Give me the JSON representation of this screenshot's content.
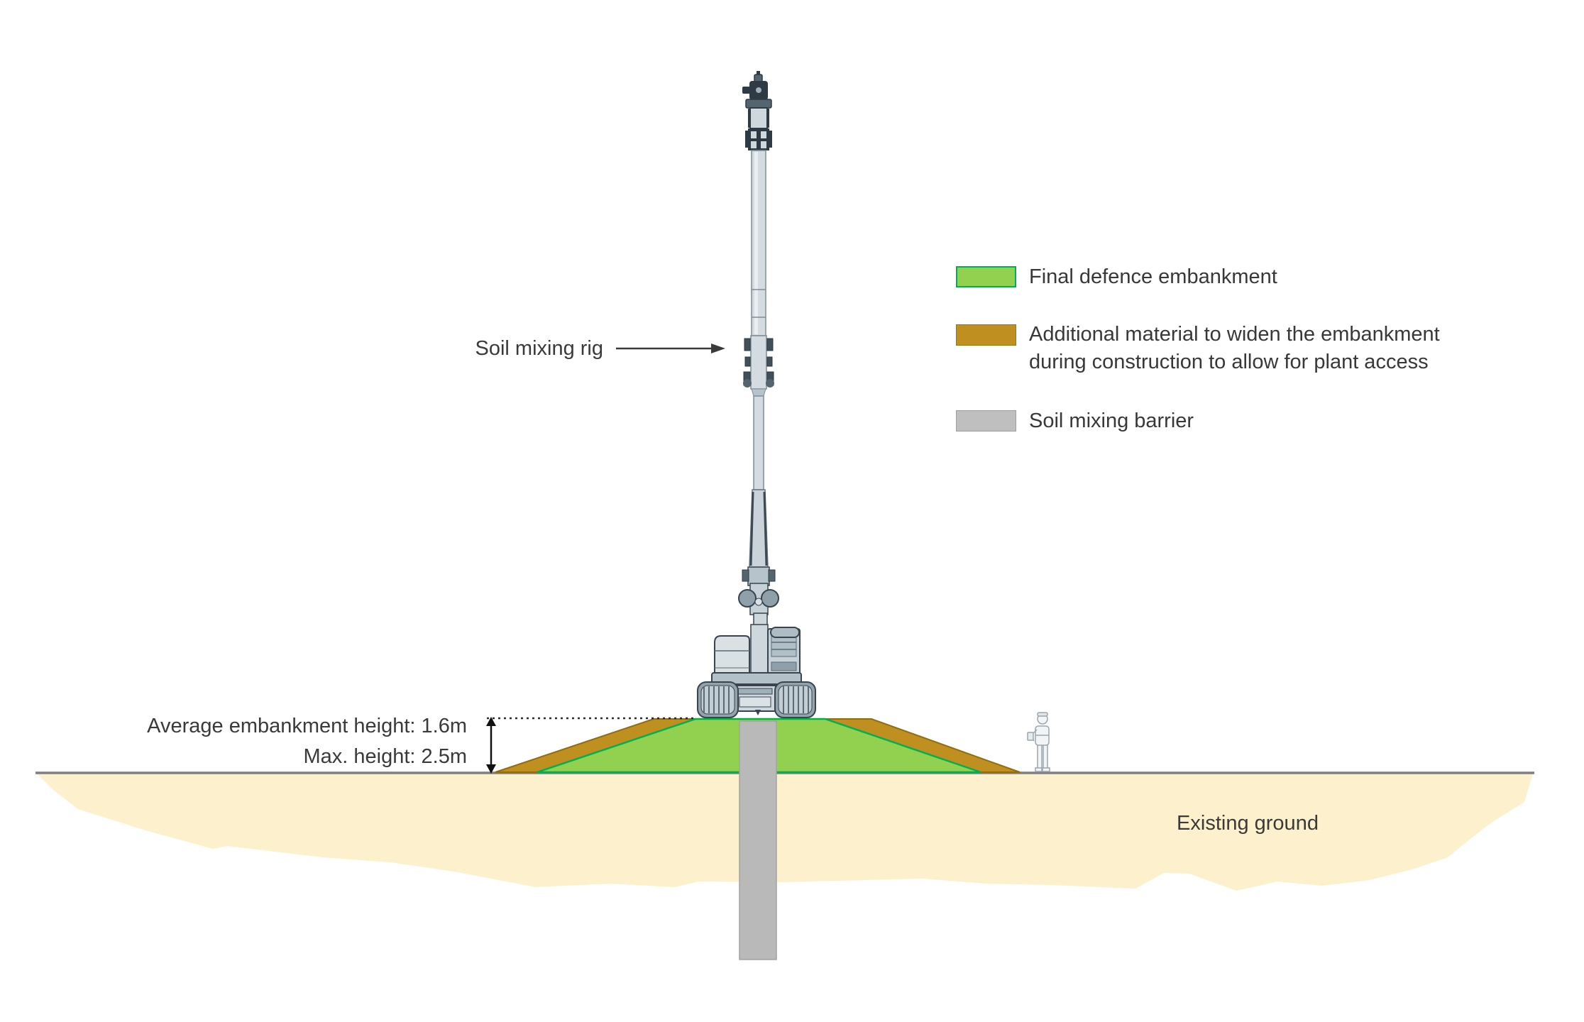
{
  "diagram": {
    "title_context": "Soil mixing construction cross-section",
    "labels": {
      "soil_mixing_rig": "Soil mixing rig",
      "avg_height": "Average embankment height: 1.6m",
      "max_height": "Max. height: 2.5m",
      "existing_ground": "Existing ground"
    },
    "legend": {
      "items": [
        {
          "label": "Final defence embankment",
          "color": "#92d050",
          "border": "#00b050"
        },
        {
          "label": "Additional material to widen the embankment during construction to allow for plant access",
          "color": "#bf8f1f",
          "border": "#9c7413"
        },
        {
          "label": "Soil mixing barrier",
          "color": "#bfbfbf",
          "border": "#9e9e9e"
        }
      ]
    },
    "colors": {
      "final_embankment_green": "#92d050",
      "embankment_green_border": "#00b050",
      "additional_material_brown": "#bf8f1f",
      "soil_mixing_barrier_grey": "#b9b9b9",
      "existing_ground_sand": "#fdf0cc",
      "ground_line_grey": "#7f7f7f",
      "rig_body_grey": "#d4dce1",
      "rig_outline_dark": "#2f3b44"
    }
  }
}
